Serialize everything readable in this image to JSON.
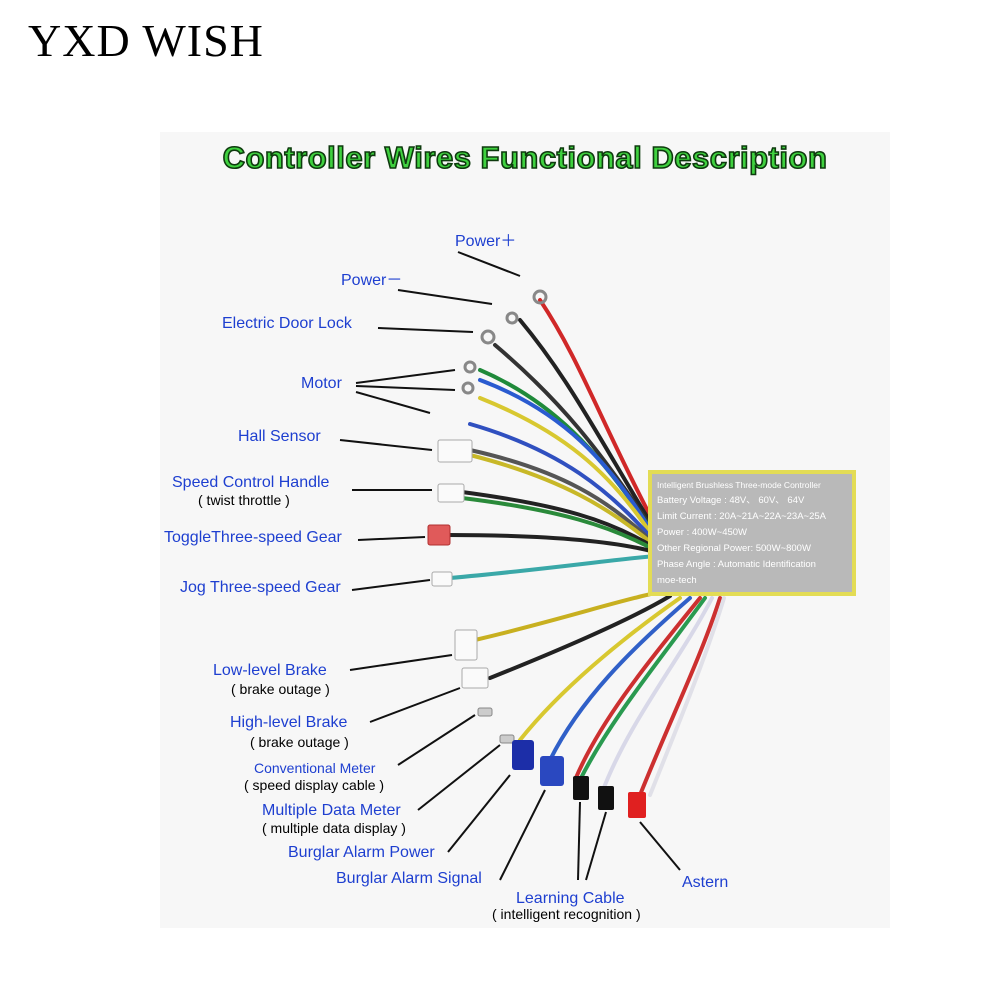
{
  "brand": "YXD WISH",
  "title": "Controller Wires Functional Description",
  "labels": {
    "power_plus": "Power＋",
    "power_minus": "Power－",
    "door_lock": "Electric Door Lock",
    "motor": "Motor",
    "hall": "Hall Sensor",
    "speed_handle": "Speed Control Handle",
    "speed_handle_sub": "( twist throttle )",
    "toggle_gear": "ToggleThree-speed Gear",
    "jog_gear": "Jog Three-speed Gear",
    "low_brake": "Low-level Brake",
    "low_brake_sub": "( brake outage )",
    "high_brake": "High-level Brake",
    "high_brake_sub": "( brake outage )",
    "conv_meter": "Conventional Meter",
    "conv_meter_sub": "( speed display cable )",
    "multi_meter": "Multiple Data Meter",
    "multi_meter_sub": "( multiple data display )",
    "alarm_power": "Burglar Alarm Power",
    "alarm_signal": "Burglar Alarm Signal",
    "learning": "Learning Cable",
    "learning_sub": "( intelligent  recognition )",
    "astern": "Astern"
  },
  "spec": {
    "l1": "Intelligent Brushless Three-mode Controller",
    "l2": "Battery Voltage : 48V、 60V、 64V",
    "l3": "Limit Current : 20A~21A~22A~23A~25A",
    "l4": "Power : 400W~450W",
    "l5": "Other Regional Power:  500W~800W",
    "l6": "Phase Angle : Automatic Identification",
    "l7": "moe-tech"
  }
}
